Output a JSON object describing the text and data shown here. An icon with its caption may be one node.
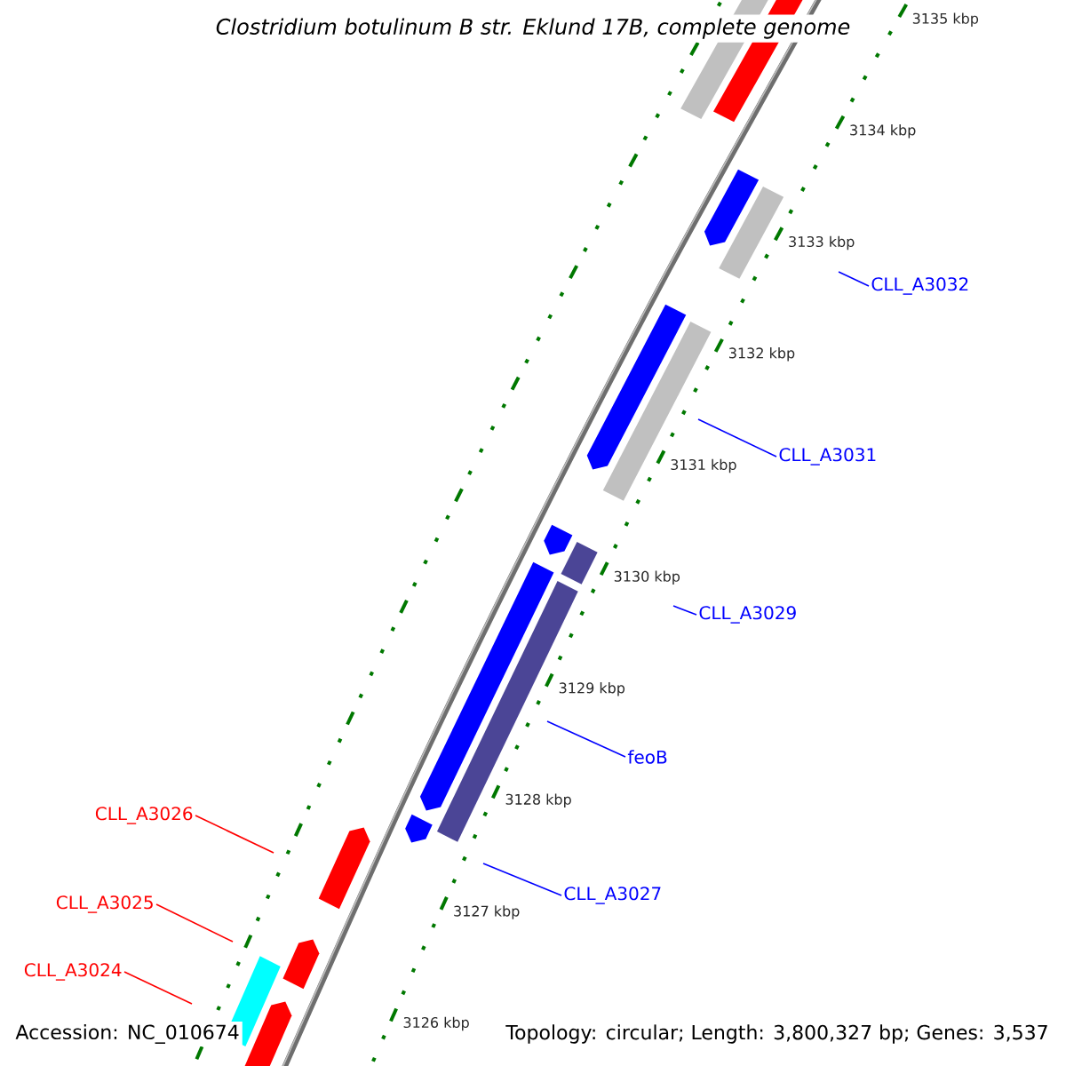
{
  "diagram": {
    "title": "Clostridium botulinum B str. Eklund 17B, complete genome",
    "nodes": [
      {
        "text": [
          "CLL_A3032"
        ]
      },
      {
        "text": [
          "CLL_A3031"
        ]
      },
      {
        "text": [
          "CLL_A3029"
        ]
      },
      {
        "text": [
          "feoB"
        ]
      },
      {
        "text": [
          "CLL_A3027"
        ]
      },
      {
        "text": [
          "CLL_A3026"
        ]
      },
      {
        "text": [
          "CLL_A3025"
        ]
      },
      {
        "text": [
          "CLL_A3024"
        ]
      }
    ],
    "edges": [
      {
        "from": 0,
        "to": null,
        "arrow": "none"
      },
      {
        "from": 1,
        "to": null,
        "arrow": "none"
      },
      {
        "from": 2,
        "to": null,
        "arrow": "none"
      },
      {
        "from": 3,
        "to": null,
        "arrow": "none"
      },
      {
        "from": 4,
        "to": null,
        "arrow": "none"
      },
      {
        "from": 5,
        "to": null,
        "arrow": "none",
        "color": "#ff0000"
      },
      {
        "from": 6,
        "to": null,
        "arrow": "none",
        "color": "#ff0000"
      },
      {
        "from": 7,
        "to": null,
        "arrow": "none",
        "color": "#ff0000"
      }
    ],
    "labels": [
      "3135 kbp",
      "3134 kbp",
      "3133 kbp",
      "3132 kbp",
      "3131 kbp",
      "3130 kbp",
      "3129 kbp",
      "3128 kbp",
      "3127 kbp",
      "3126 kbp",
      "Accession: NC_010674",
      "Topology: circular; Length: 3,800,327 bp; Genes: 3,537"
    ]
  }
}
